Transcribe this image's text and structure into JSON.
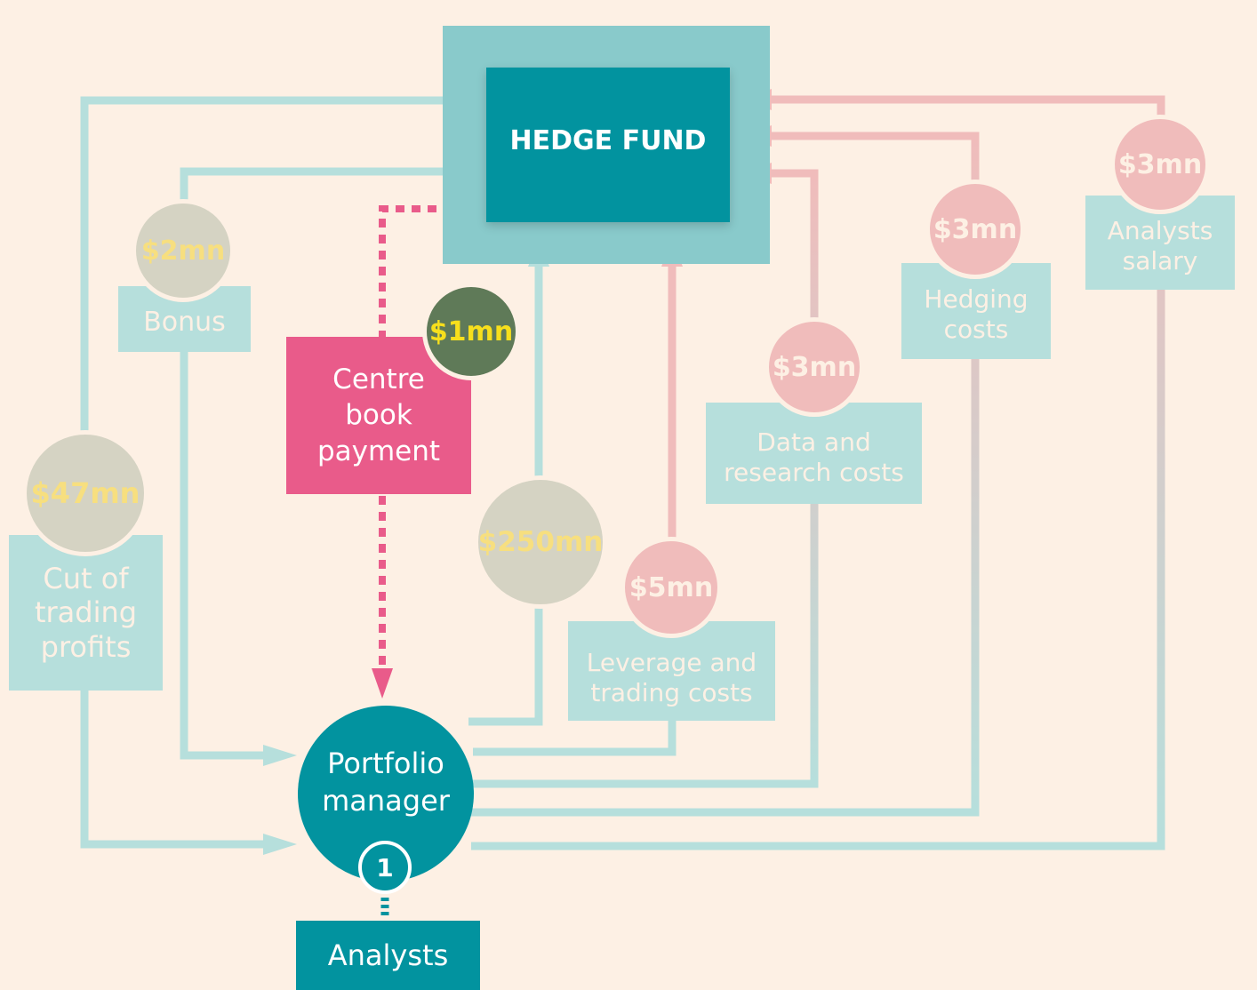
{
  "title": "HEDGE FUND",
  "portfolio_manager": {
    "label": "Portfolio manager",
    "badge": "1"
  },
  "analysts": "Analysts",
  "centre_book": {
    "label": "Centre book payment",
    "amount": "$1mn"
  },
  "flows": [
    {
      "id": "trading-profits",
      "amount": "$47mn",
      "label": "Cut of trading profits",
      "direction": "to-portfolio-manager"
    },
    {
      "id": "bonus",
      "amount": "$2mn",
      "label": "Bonus",
      "direction": "to-portfolio-manager"
    },
    {
      "id": "capital",
      "amount": "$250mn",
      "label": "",
      "direction": "to-hedge-fund"
    },
    {
      "id": "leverage",
      "amount": "$5mn",
      "label": "Leverage and trading costs",
      "direction": "to-hedge-fund"
    },
    {
      "id": "data",
      "amount": "$3mn",
      "label": "Data and research costs",
      "direction": "to-hedge-fund"
    },
    {
      "id": "hedging",
      "amount": "$3mn",
      "label": "Hedging costs",
      "direction": "to-hedge-fund"
    },
    {
      "id": "salary",
      "amount": "$3mn",
      "label": "Analysts salary",
      "direction": "to-hedge-fund"
    }
  ],
  "colors": {
    "background": "#fdf0e4",
    "teal": "#02939f",
    "teal_light": "#b6dfdc",
    "pink_line": "#f0bcbb",
    "magenta": "#e95b8a",
    "amount_yellow": "#f7df7f"
  }
}
